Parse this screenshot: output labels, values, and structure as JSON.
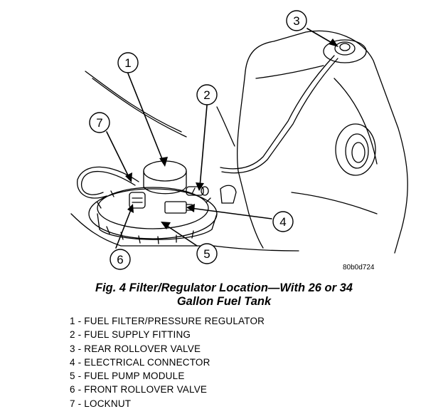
{
  "figure_code": "80b0d724",
  "caption": {
    "line1": "Fig. 4 Filter/Regulator Location—With 26 or 34",
    "line2": "Gallon Fuel Tank"
  },
  "callouts": [
    "1",
    "2",
    "3",
    "4",
    "5",
    "6",
    "7"
  ],
  "legend": [
    "1 - FUEL FILTER/PRESSURE REGULATOR",
    "2 - FUEL SUPPLY FITTING",
    "3 - REAR ROLLOVER VALVE",
    "4 - ELECTRICAL CONNECTOR",
    "5 - FUEL PUMP MODULE",
    "6 - FRONT ROLLOVER VALVE",
    "7 - LOCKNUT"
  ]
}
